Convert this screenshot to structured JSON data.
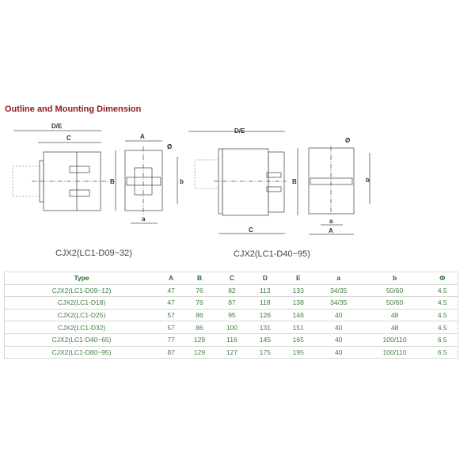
{
  "title": "Outline and Mounting Dimension",
  "drawings": {
    "small": {
      "caption": "CJX2(LC1-D09~32)",
      "labels": {
        "de": "D/E",
        "c": "C",
        "b_big": "B",
        "a_big": "A",
        "phi": "Ø",
        "b_small": "b",
        "a_small": "a"
      }
    },
    "large": {
      "caption": "CJX2(LC1-D40~95)",
      "labels": {
        "de": "D/E",
        "c": "C",
        "b_big": "B",
        "a_big": "A",
        "phi": "Ø",
        "b_small": "b",
        "a_small": "a"
      }
    }
  },
  "table": {
    "headers": [
      "Type",
      "A",
      "B",
      "C",
      "D",
      "E",
      "a",
      "b",
      "Φ"
    ],
    "rows": [
      [
        "CJX2(LC1-D09~12)",
        "47",
        "76",
        "82",
        "113",
        "133",
        "34/35",
        "50/60",
        "4.5"
      ],
      [
        "CJX2(LC1-D18)",
        "47",
        "76",
        "87",
        "118",
        "138",
        "34/35",
        "50/60",
        "4.5"
      ],
      [
        "CJX2(LC1-D25)",
        "57",
        "86",
        "95",
        "126",
        "146",
        "40",
        "48",
        "4.5"
      ],
      [
        "CJX2(LC1-D32)",
        "57",
        "86",
        "100",
        "131",
        "151",
        "40",
        "48",
        "4.5"
      ],
      [
        "CJX2(LC1-D40~65)",
        "77",
        "129",
        "116",
        "145",
        "165",
        "40",
        "100/110",
        "6.5"
      ],
      [
        "CJX2(LC1-D80~95)",
        "87",
        "129",
        "127",
        "175",
        "195",
        "40",
        "100/110",
        "6.5"
      ]
    ]
  }
}
